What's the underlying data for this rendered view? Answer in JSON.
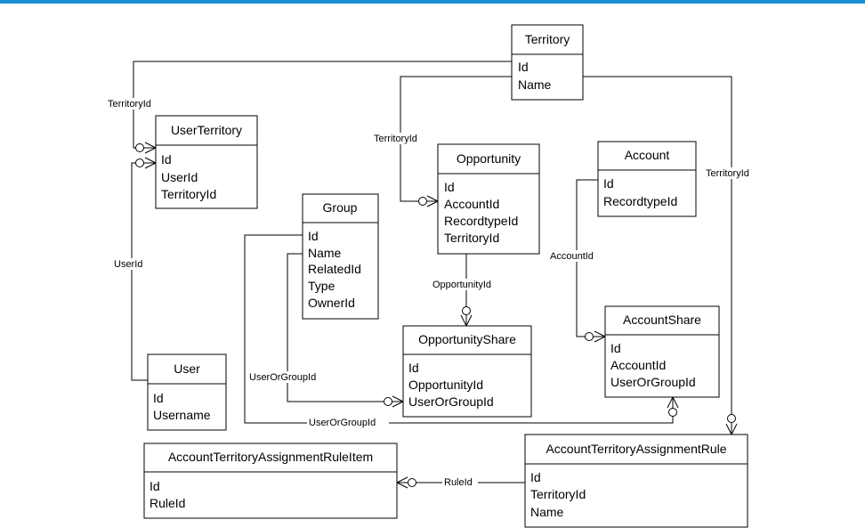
{
  "entities": {
    "territory": {
      "title": "Territory",
      "fields": [
        "Id",
        "Name"
      ]
    },
    "user_territory": {
      "title": "UserTerritory",
      "fields": [
        "Id",
        "UserId",
        "TerritoryId"
      ]
    },
    "opportunity": {
      "title": "Opportunity",
      "fields": [
        "Id",
        "AccountId",
        "RecordtypeId",
        "TerritoryId"
      ]
    },
    "account": {
      "title": "Account",
      "fields": [
        "Id",
        "RecordtypeId"
      ]
    },
    "group": {
      "title": "Group",
      "fields": [
        "Id",
        "Name",
        "RelatedId",
        "Type",
        "OwnerId"
      ]
    },
    "opportunity_share": {
      "title": "OpportunityShare",
      "fields": [
        "Id",
        "OpportunityId",
        "UserOrGroupId"
      ]
    },
    "account_share": {
      "title": "AccountShare",
      "fields": [
        "Id",
        "AccountId",
        "UserOrGroupId"
      ]
    },
    "user": {
      "title": "User",
      "fields": [
        "Id",
        "Username"
      ]
    },
    "atar_item": {
      "title": "AccountTerritoryAssignmentRuleItem",
      "fields": [
        "Id",
        "RuleId"
      ]
    },
    "atar": {
      "title": "AccountTerritoryAssignmentRule",
      "fields": [
        "Id",
        "TerritoryId",
        "Name"
      ]
    }
  },
  "relationships": {
    "territory_userterritory": "TerritoryId",
    "territory_opportunity": "TerritoryId",
    "territory_atar": "TerritoryId",
    "user_userterritory": "UserId",
    "account_accountshare": "AccountId",
    "opportunity_opportunityshare": "OpportunityId",
    "group_opportunityshare": "UserOrGroupId",
    "group_accountshare": "UserOrGroupId",
    "atar_item_rule": "RuleId"
  }
}
